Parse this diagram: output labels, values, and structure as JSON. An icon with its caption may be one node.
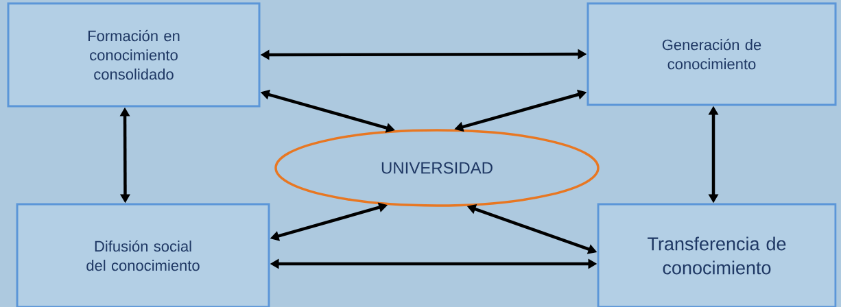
{
  "diagram": {
    "nodes": [
      {
        "text": [
          "Formación en conocimiento consolidado"
        ]
      },
      {
        "text": [
          "Generación de conocimiento"
        ]
      },
      {
        "text": [
          "UNIVERSIDAD"
        ]
      },
      {
        "text": [
          "Difusión social del conocimiento"
        ]
      },
      {
        "text": [
          "Transferencia de conocimiento"
        ]
      }
    ],
    "edges": [
      {
        "from": 0,
        "to": 1,
        "arrow": "both"
      },
      {
        "from": 0,
        "to": 2,
        "arrow": "both"
      },
      {
        "from": 1,
        "to": 2,
        "arrow": "both"
      },
      {
        "from": 0,
        "to": 3,
        "arrow": "both"
      },
      {
        "from": 1,
        "to": 4,
        "arrow": "both"
      },
      {
        "from": 3,
        "to": 2,
        "arrow": "both"
      },
      {
        "from": 4,
        "to": 2,
        "arrow": "both"
      },
      {
        "from": 3,
        "to": 4,
        "arrow": "both"
      }
    ]
  }
}
